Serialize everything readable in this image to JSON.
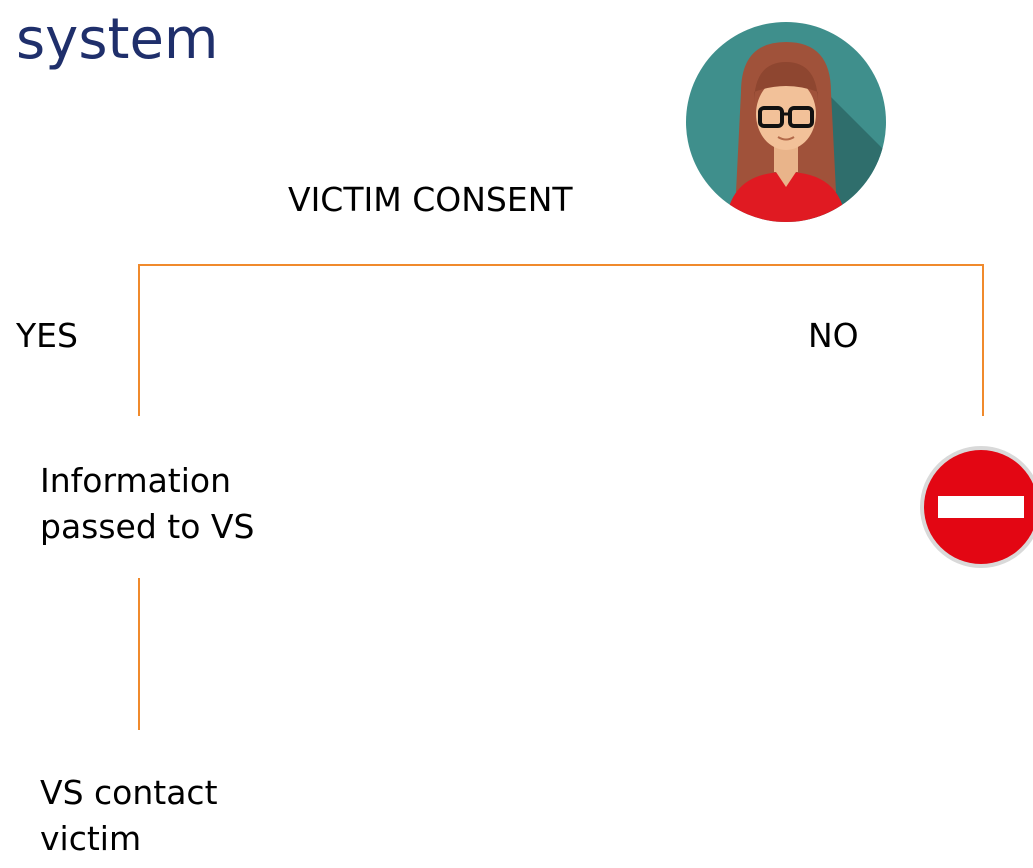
{
  "title": "system",
  "decision": {
    "label": "VICTIM CONSENT"
  },
  "branches": {
    "yes_label": "YES",
    "no_label": "NO"
  },
  "steps": {
    "info_passed_line1": "Information",
    "info_passed_line2": "passed to VS",
    "contact_line1": "VS contact",
    "contact_line2": "victim"
  },
  "icons": {
    "avatar": "woman-avatar-icon",
    "stop": "no-entry-sign-icon"
  },
  "colors": {
    "title": "#1f2f6b",
    "connector": "#f08a2c",
    "avatar_bg": "#3f8f8c",
    "stop_red": "#e30613"
  }
}
